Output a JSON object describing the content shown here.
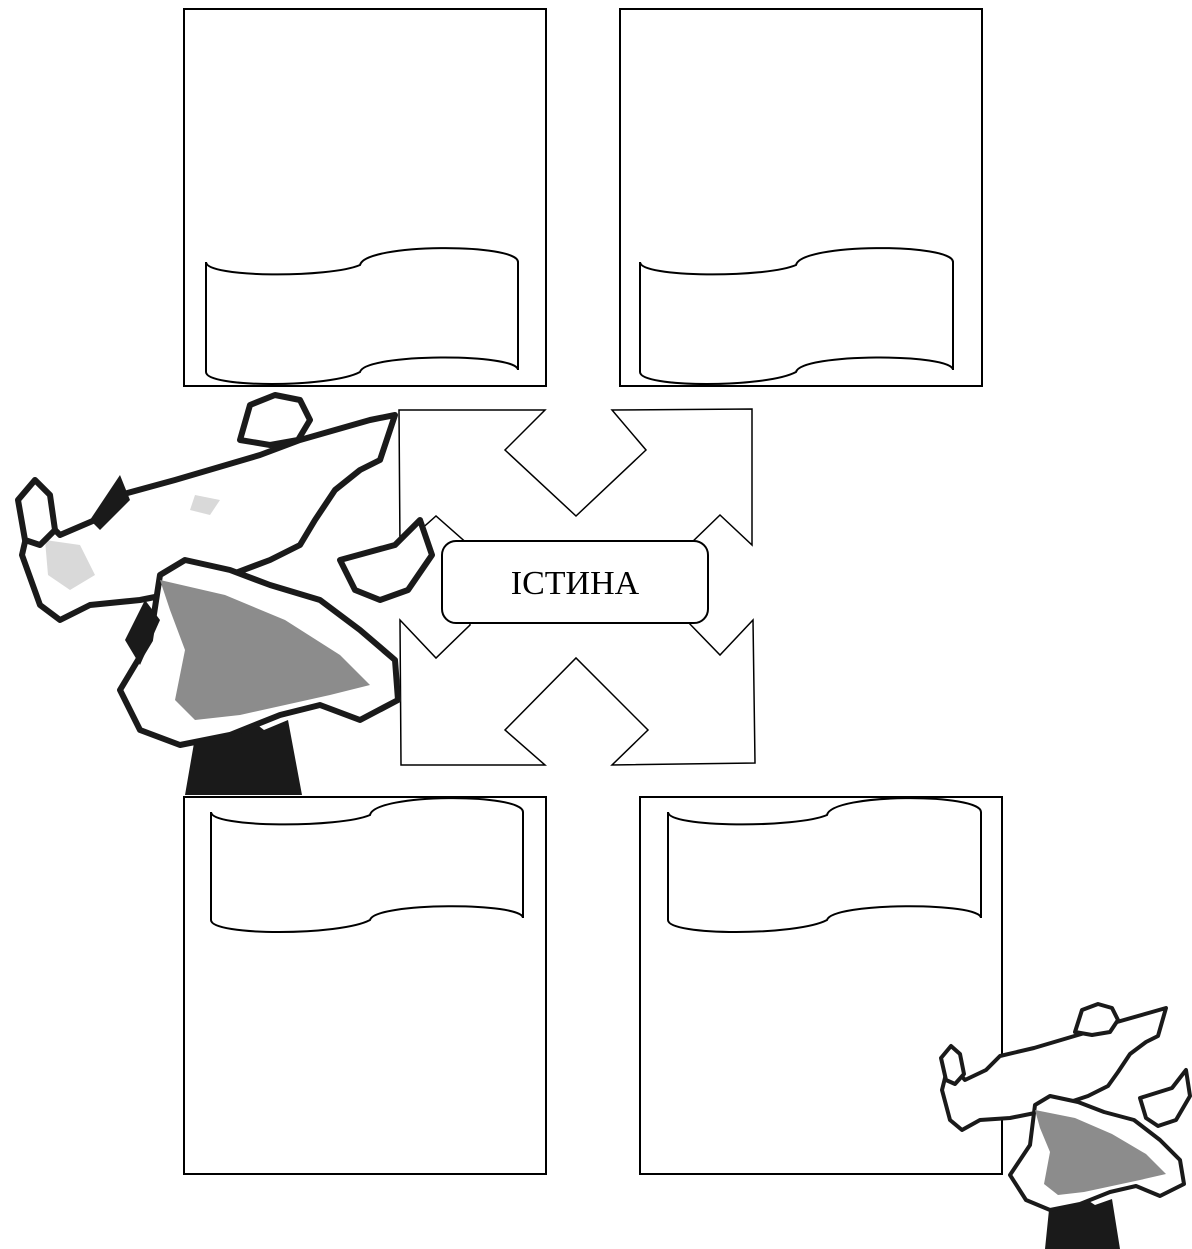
{
  "diagram": {
    "center_label": "ІСТИНА",
    "panels": [
      {
        "id": "top-left",
        "scroll_position": "bottom"
      },
      {
        "id": "top-right",
        "scroll_position": "bottom"
      },
      {
        "id": "bottom-left",
        "scroll_position": "top"
      },
      {
        "id": "bottom-right",
        "scroll_position": "top"
      }
    ],
    "arrows": [
      "up",
      "down",
      "left",
      "right"
    ],
    "decorations": [
      "arrows-clipart-large",
      "arrows-clipart-small"
    ]
  },
  "colors": {
    "stroke": "#000000",
    "background": "#ffffff",
    "clipart_dark": "#1a1a1a",
    "clipart_mid": "#8c8c8c",
    "clipart_light": "#d9d9d9"
  }
}
